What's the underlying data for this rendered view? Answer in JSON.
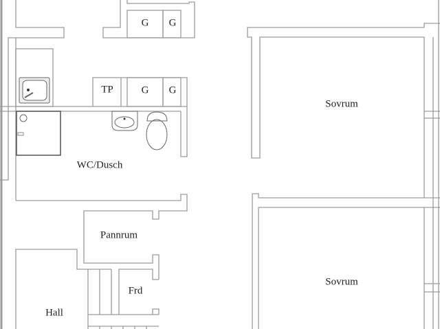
{
  "title": "Floor plan",
  "rooms": {
    "wc": "WC/Dusch",
    "bedroom1": "Sovrum",
    "bedroom2": "Sovrum",
    "boiler": "Pannrum",
    "hall": "Hall",
    "storage": "Frd"
  },
  "closets": {
    "top_g1": "G",
    "top_g2": "G",
    "tp": "TP",
    "mid_g1": "G",
    "mid_g2": "G"
  },
  "colors": {
    "wall": "#9a9a9a",
    "fixture": "#555555",
    "text": "#222222"
  }
}
